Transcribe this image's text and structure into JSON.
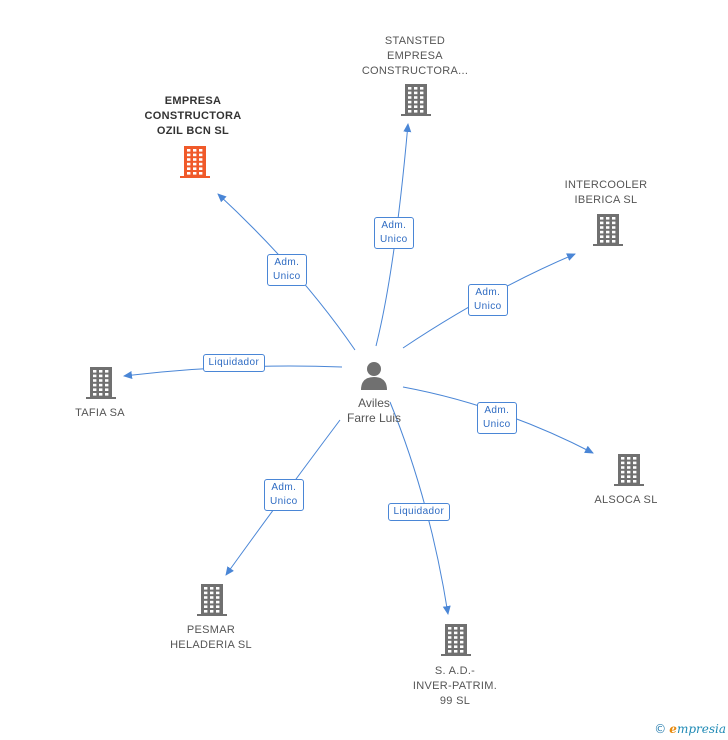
{
  "colors": {
    "edge": "#4a86d6",
    "building": "#707070",
    "building_main": "#f05a2a",
    "person": "#707070"
  },
  "center": {
    "name": "Aviles\nFarre Luis",
    "icon": "person-icon"
  },
  "nodes": [
    {
      "id": "stansted",
      "label": "STANSTED\nEMPRESA\nCONSTRUCTORA...",
      "highlight": false,
      "icon": "building-icon"
    },
    {
      "id": "ozil",
      "label": "EMPRESA\nCONSTRUCTORA\nOZIL BCN SL",
      "highlight": true,
      "icon": "building-icon"
    },
    {
      "id": "intercooler",
      "label": "INTERCOOLER\nIBERICA SL",
      "highlight": false,
      "icon": "building-icon"
    },
    {
      "id": "tafia",
      "label": "TAFIA SA",
      "highlight": false,
      "icon": "building-icon"
    },
    {
      "id": "alsoca",
      "label": "ALSOCA SL",
      "highlight": false,
      "icon": "building-icon"
    },
    {
      "id": "pesmar",
      "label": "PESMAR\nHELADERIA SL",
      "highlight": false,
      "icon": "building-icon"
    },
    {
      "id": "sad",
      "label": "S. A.D.-\nINVER-PATRIM.\n99 SL",
      "highlight": false,
      "icon": "building-icon"
    }
  ],
  "edges": [
    {
      "to": "stansted",
      "label": "Adm.\nUnico"
    },
    {
      "to": "ozil",
      "label": "Adm.\nUnico"
    },
    {
      "to": "intercooler",
      "label": "Adm.\nUnico"
    },
    {
      "to": "tafia",
      "label": "Liquidador"
    },
    {
      "to": "alsoca",
      "label": "Adm.\nUnico"
    },
    {
      "to": "pesmar",
      "label": "Adm.\nUnico"
    },
    {
      "to": "sad",
      "label": "Liquidador"
    }
  ],
  "footer": {
    "copyright": "©",
    "brand_e": "e",
    "brand_rest": "mpresia"
  }
}
